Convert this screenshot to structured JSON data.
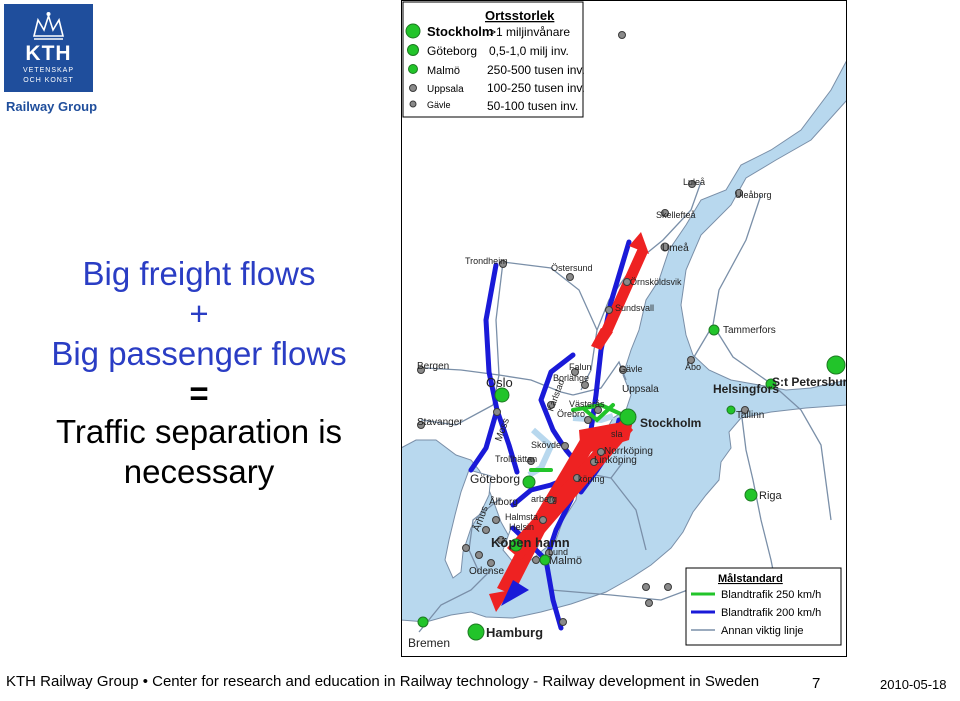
{
  "logo": {
    "name": "KTH",
    "line1": "VETENSKAP",
    "line2": "OCH KONST"
  },
  "brand_label": "Railway Group",
  "headline": {
    "line1": "Big freight flows",
    "line2": "+",
    "line3": "Big passenger flows",
    "line4": "=",
    "line5": "Traffic separation is",
    "line6": "necessary"
  },
  "size_legend": {
    "title": "Ortsstorlek",
    "rows": [
      {
        "city": "Stockholm",
        "desc": ">1 miljinvånare"
      },
      {
        "city": "Göteborg",
        "desc": "0,5-1,0 milj inv."
      },
      {
        "city": "Malmö",
        "desc": "250-500 tusen inv."
      },
      {
        "city": "Uppsala",
        "desc": "100-250 tusen inv."
      },
      {
        "city": "Gävle",
        "desc": "50-100 tusen inv."
      }
    ]
  },
  "line_legend": {
    "title": "Målstandard",
    "items": [
      {
        "label": "Blandtrafik 250 km/h",
        "color": "#22c42a"
      },
      {
        "label": "Blandtrafik 200 km/h",
        "color": "#1a1ad8"
      },
      {
        "label": "Annan viktig linje",
        "color": "#7a8fa8"
      }
    ]
  },
  "cities": {
    "lulea": "Luleå",
    "uleaborg": "Uleåborg",
    "skelleftea": "Skellefteå",
    "umea": "Umeå",
    "trondheim": "Trondheim",
    "ostersund": "Östersund",
    "ornskoldsvik": "Örnsköldsvik",
    "sundsvall": "Sundsvall",
    "tammerfors": "Tammerfors",
    "bergen": "Bergen",
    "oslo": "Oslo",
    "falun": "Falun",
    "borlange": "Borlänge",
    "gavle": "Gävle",
    "abo": "Åbo",
    "helsingfors": "Helsingfors",
    "stpetersburg": "S:t Petersburg",
    "uppsala": "Uppsala",
    "karlstad": "Karlstad",
    "vasteras": "Västerås",
    "orebro": "Örebro",
    "stavanger": "Stavanger",
    "stockholm": "Stockholm",
    "tallinn": "Tallinn",
    "moss": "Moss",
    "skovde": "Skövde",
    "norrkoping": "Norrköping",
    "linkoping": "Linköping",
    "trollhattan": "Trollhättan",
    "goteborg": "Göteborg",
    "jonkoping": "köping",
    "varberg": "arberg",
    "alborg": "Ålborg",
    "arhus": "Århus",
    "halmstad": "Halmsta",
    "helsingborg": "Helsin",
    "kopenhamn": "Köpen hamn",
    "lund": "Lund",
    "malmo": "Malmö",
    "odense": "Odense",
    "riga": "Riga",
    "bremen": "Bremen",
    "hamburg": "Hamburg",
    "sla": "sla"
  },
  "footer": {
    "text": "KTH Railway Group • Center for research and education in Railway technology - Railway development in Sweden",
    "page": "7",
    "date": "2010-05-18"
  }
}
